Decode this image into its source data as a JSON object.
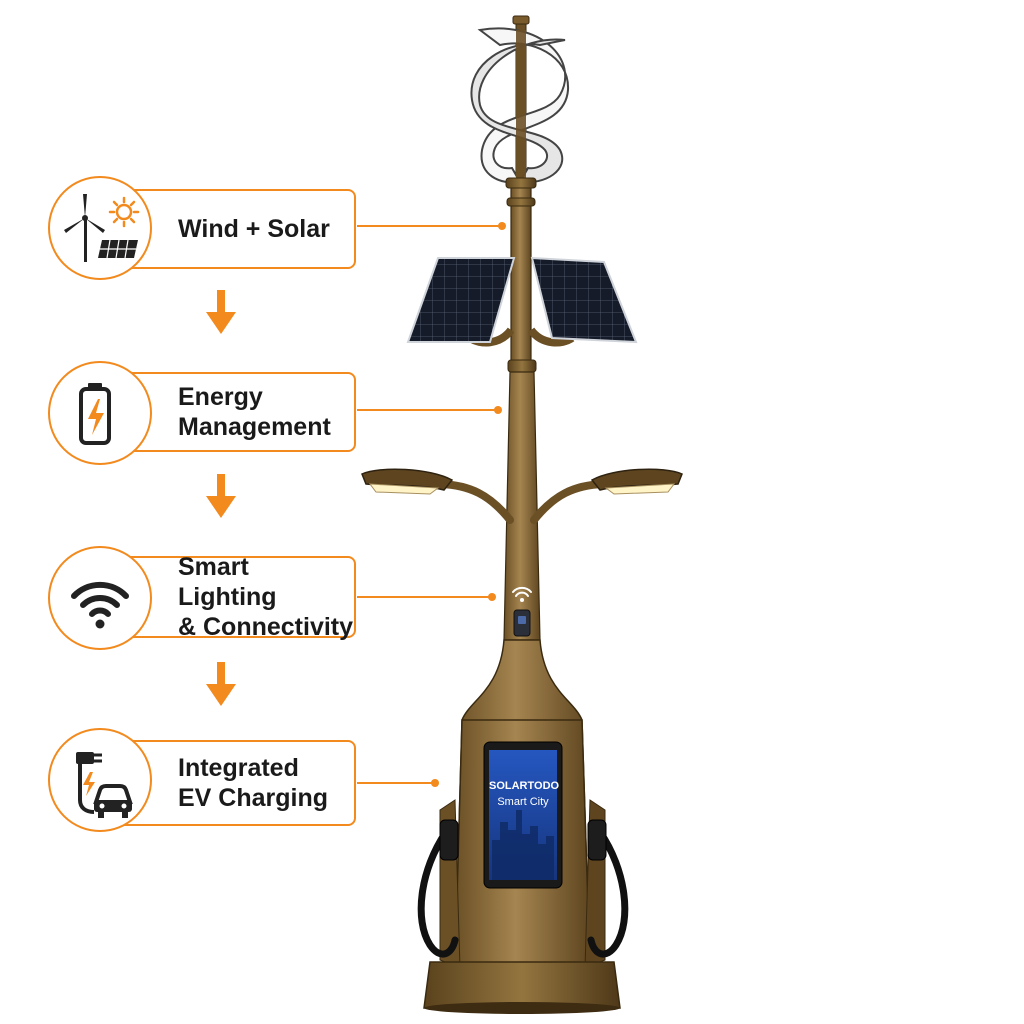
{
  "features": [
    {
      "label": "Wind + Solar",
      "icon": "wind-solar-icon"
    },
    {
      "label": "Energy\nManagement",
      "icon": "battery-icon"
    },
    {
      "label": "Smart Lighting\n& Connectivity",
      "icon": "wifi-icon"
    },
    {
      "label": "Integrated\nEV Charging",
      "icon": "ev-charging-icon"
    }
  ],
  "screen": {
    "line1": "SOLARTODO",
    "line2": "Smart City"
  },
  "colors": {
    "accent": "#f28a1e",
    "bronze": "#8a6a36",
    "screen": "#1f4aa8",
    "panel": "#141a26"
  }
}
